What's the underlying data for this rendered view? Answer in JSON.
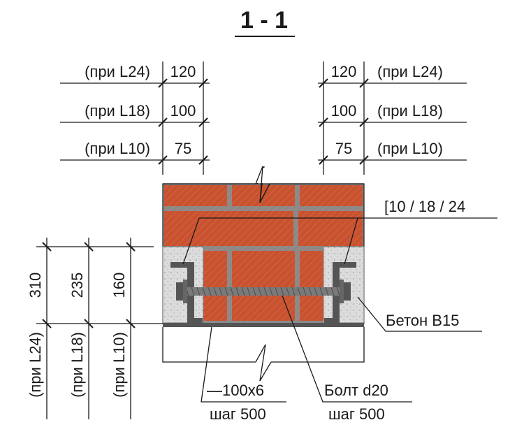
{
  "title": "1 - 1",
  "dims_top_left": [
    {
      "label": "(при L24)",
      "value": "120"
    },
    {
      "label": "(при L18)",
      "value": "100"
    },
    {
      "label": "(при L10)",
      "value": "75"
    }
  ],
  "dims_top_right": [
    {
      "label": "(при L24)",
      "value": "120"
    },
    {
      "label": "(при L18)",
      "value": "100"
    },
    {
      "label": "(при L10)",
      "value": "75"
    }
  ],
  "dims_left": [
    {
      "label": "(при L24)",
      "value": "310"
    },
    {
      "label": "(при L18)",
      "value": "235"
    },
    {
      "label": "(при L10)",
      "value": "160"
    }
  ],
  "callouts": {
    "channel": "[10 / 18 / 24",
    "concrete": "Бетон В15",
    "plate_line1": "—100x6",
    "plate_line2": "шаг 500",
    "bolt_line1": "Болт d20",
    "bolt_line2": "шаг 500"
  },
  "colors": {
    "brick": "#c8522f",
    "mortar": "#8a8a8a",
    "concrete": "#dcdcdc",
    "steel": "#555555",
    "line": "#1a1a1a"
  }
}
